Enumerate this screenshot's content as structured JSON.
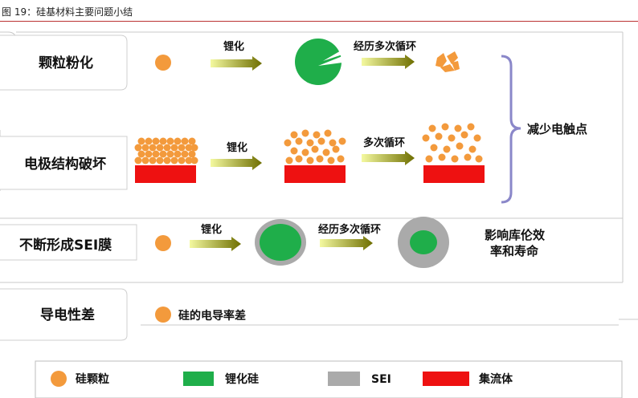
{
  "caption": "图 19：硅基材料主要问题小结",
  "rows": [
    {
      "label": "颗粒粉化",
      "step1": "锂化",
      "step2": "经历多次循环"
    },
    {
      "label": "电极结构破坏",
      "step1": "锂化",
      "step2": "多次循环"
    },
    {
      "label": "不断形成SEI膜",
      "step1": "锂化",
      "step2": "经历多次循环",
      "result": [
        "影响库伦效",
        "率和寿命"
      ]
    },
    {
      "label": "导电性差",
      "note": "硅的电导率差"
    }
  ],
  "brace_result": "减少电触点",
  "legend": [
    {
      "label": "硅颗粒",
      "color": "#f39a3c"
    },
    {
      "label": "锂化硅",
      "color": "#1fae4a"
    },
    {
      "label": "SEI",
      "color": "#aaaaaa"
    },
    {
      "label": "集流体",
      "color": "#ee1111"
    }
  ],
  "colors": {
    "particle": "#f39a3c",
    "lithiated": "#1fae4a",
    "sei": "#aaaaaa",
    "collector": "#ee1111",
    "arrow_from": "#f4f9a0",
    "arrow_to": "#6e6e00"
  }
}
